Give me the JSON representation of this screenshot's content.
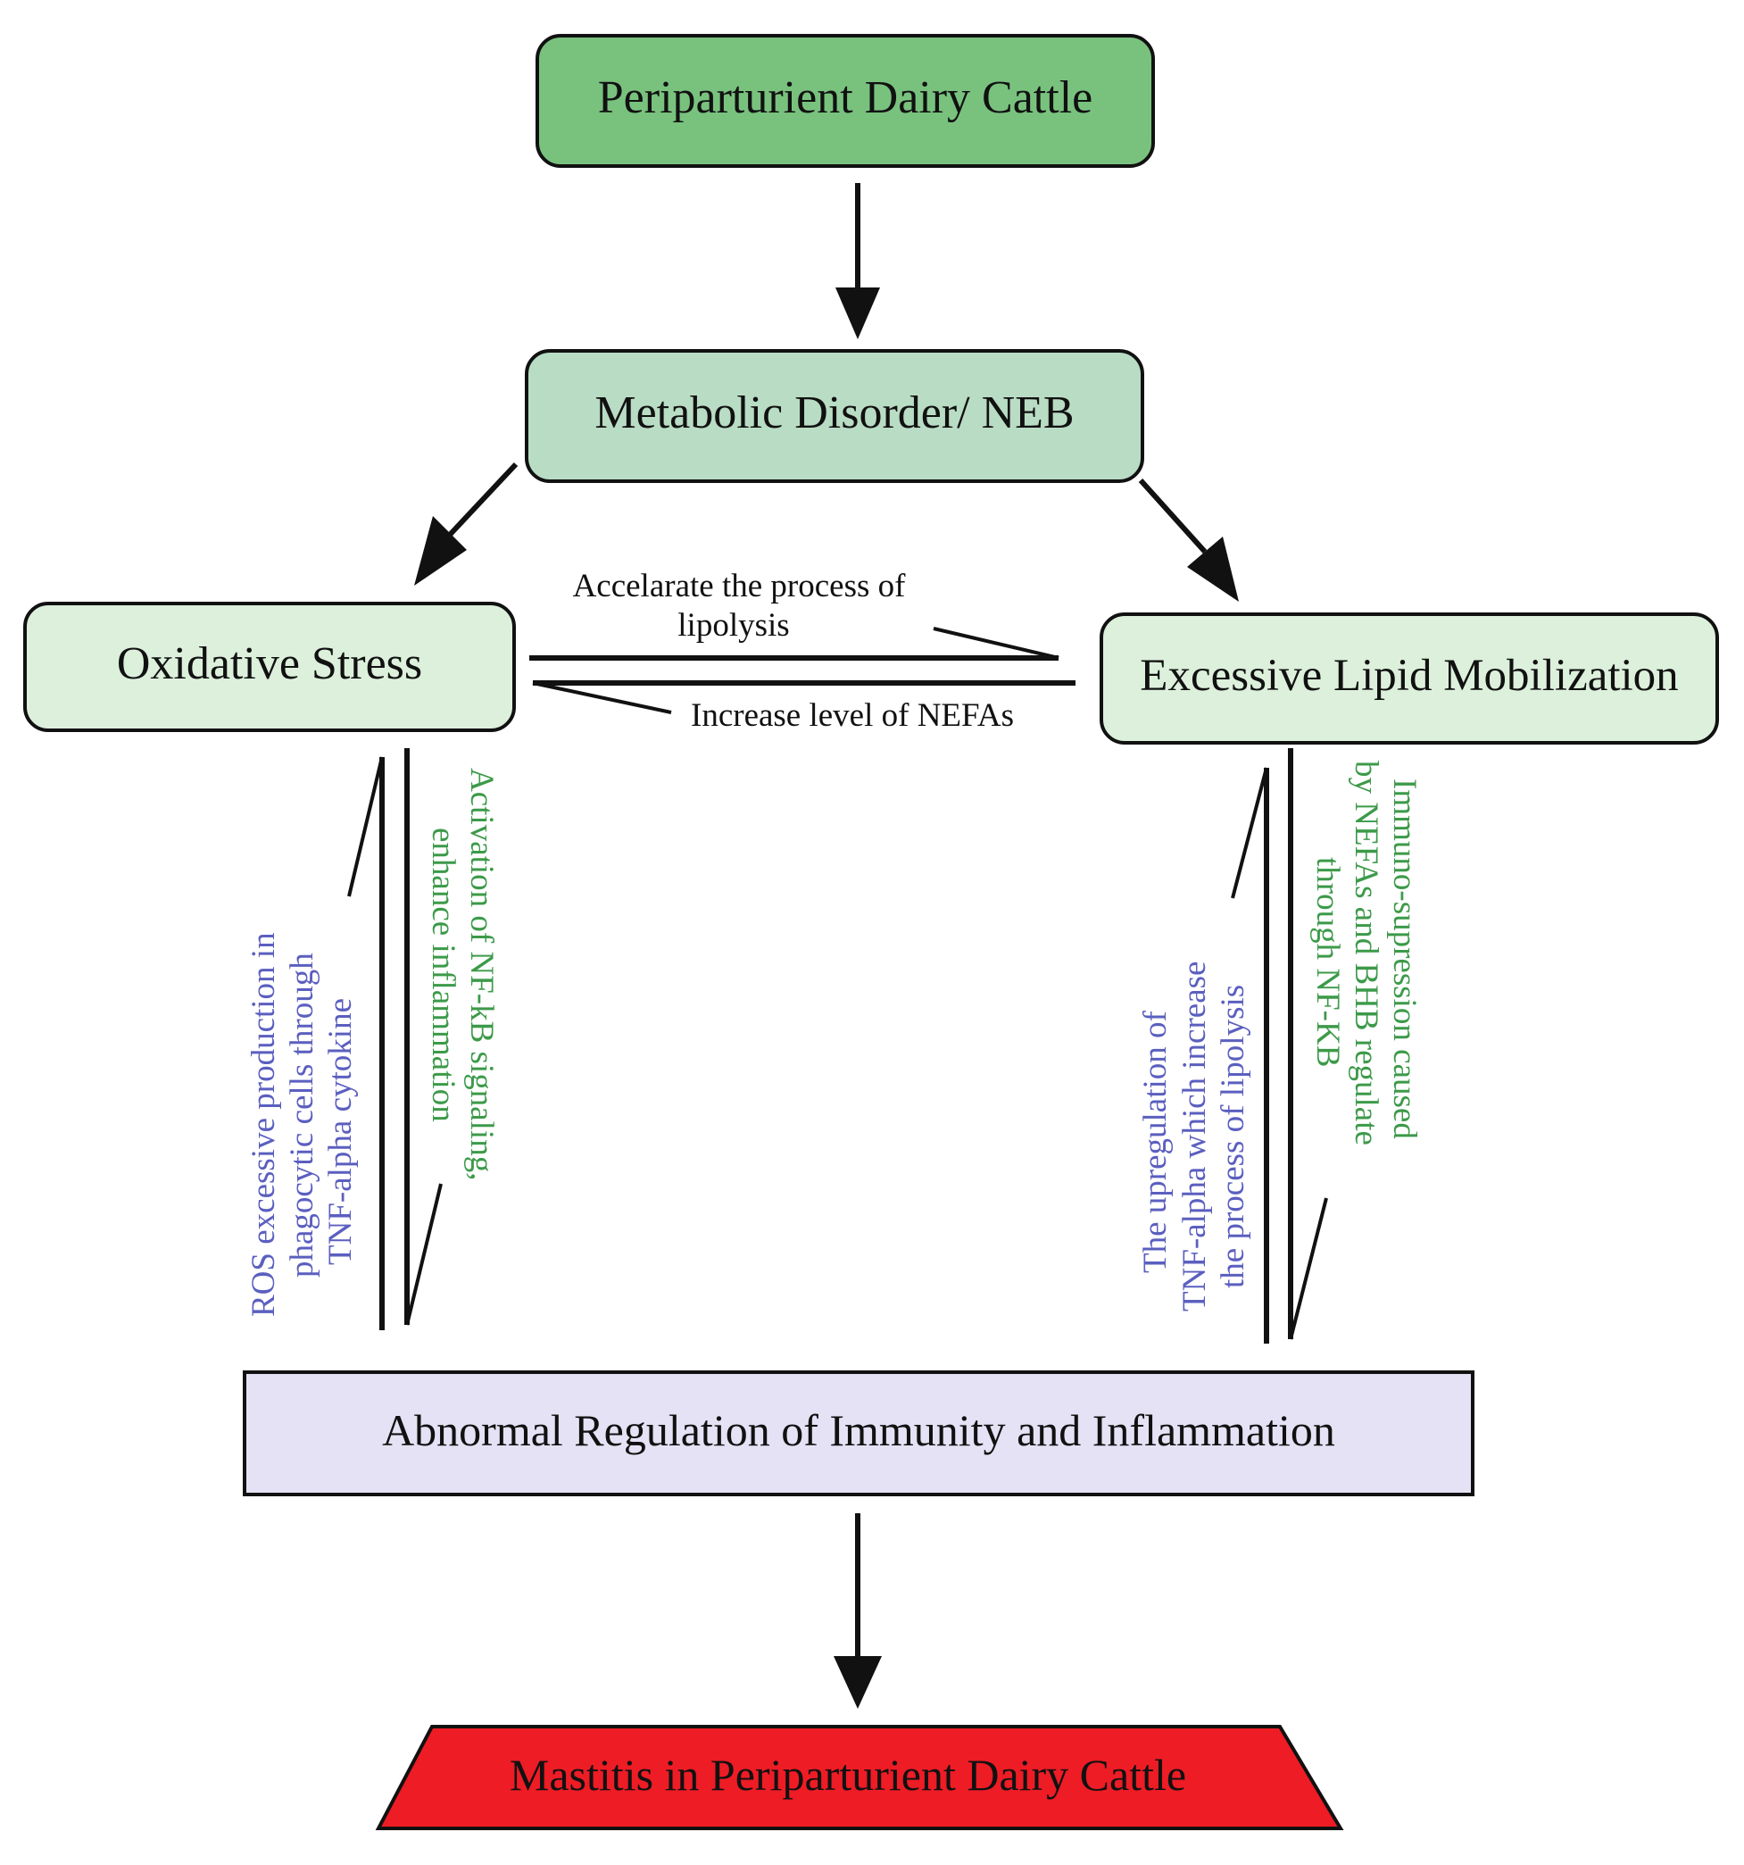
{
  "colors": {
    "green_dark": "#79c27e",
    "green_mid": "#b9dcc4",
    "green_light": "#dcf0dc",
    "lavender": "#e4e2f4",
    "red": "#ee1c25",
    "label_blue": "#5b5fbf",
    "label_green": "#3c9a49",
    "ink": "#111111"
  },
  "nodes": {
    "cattle": "Periparturient Dairy Cattle",
    "metabolic": "Metabolic Disorder/ NEB",
    "oxidative": "Oxidative Stress",
    "lipid": "Excessive Lipid Mobilization",
    "immunity": "Abnormal Regulation of Immunity and Inflammation",
    "mastitis": "Mastitis in Periparturient Dairy Cattle"
  },
  "edges": {
    "accelerate": [
      "Accelarate the process of",
      "lipolysis"
    ],
    "nefa": "Increase level of NEFAs",
    "ros": [
      "ROS excessive production in",
      "phagocytic cells through",
      "TNF-alpha cytokine"
    ],
    "nfkb": [
      "Activation of NF-kB signaling,",
      "enhance inflammation"
    ],
    "upregulation": [
      "The  upregulation of",
      "TNF-alpha which increase",
      "the process of lipolysis"
    ],
    "immuno": [
      "Immuno-supression caused",
      "by NEFAs and BHB regulate",
      "through NF-KB"
    ]
  }
}
